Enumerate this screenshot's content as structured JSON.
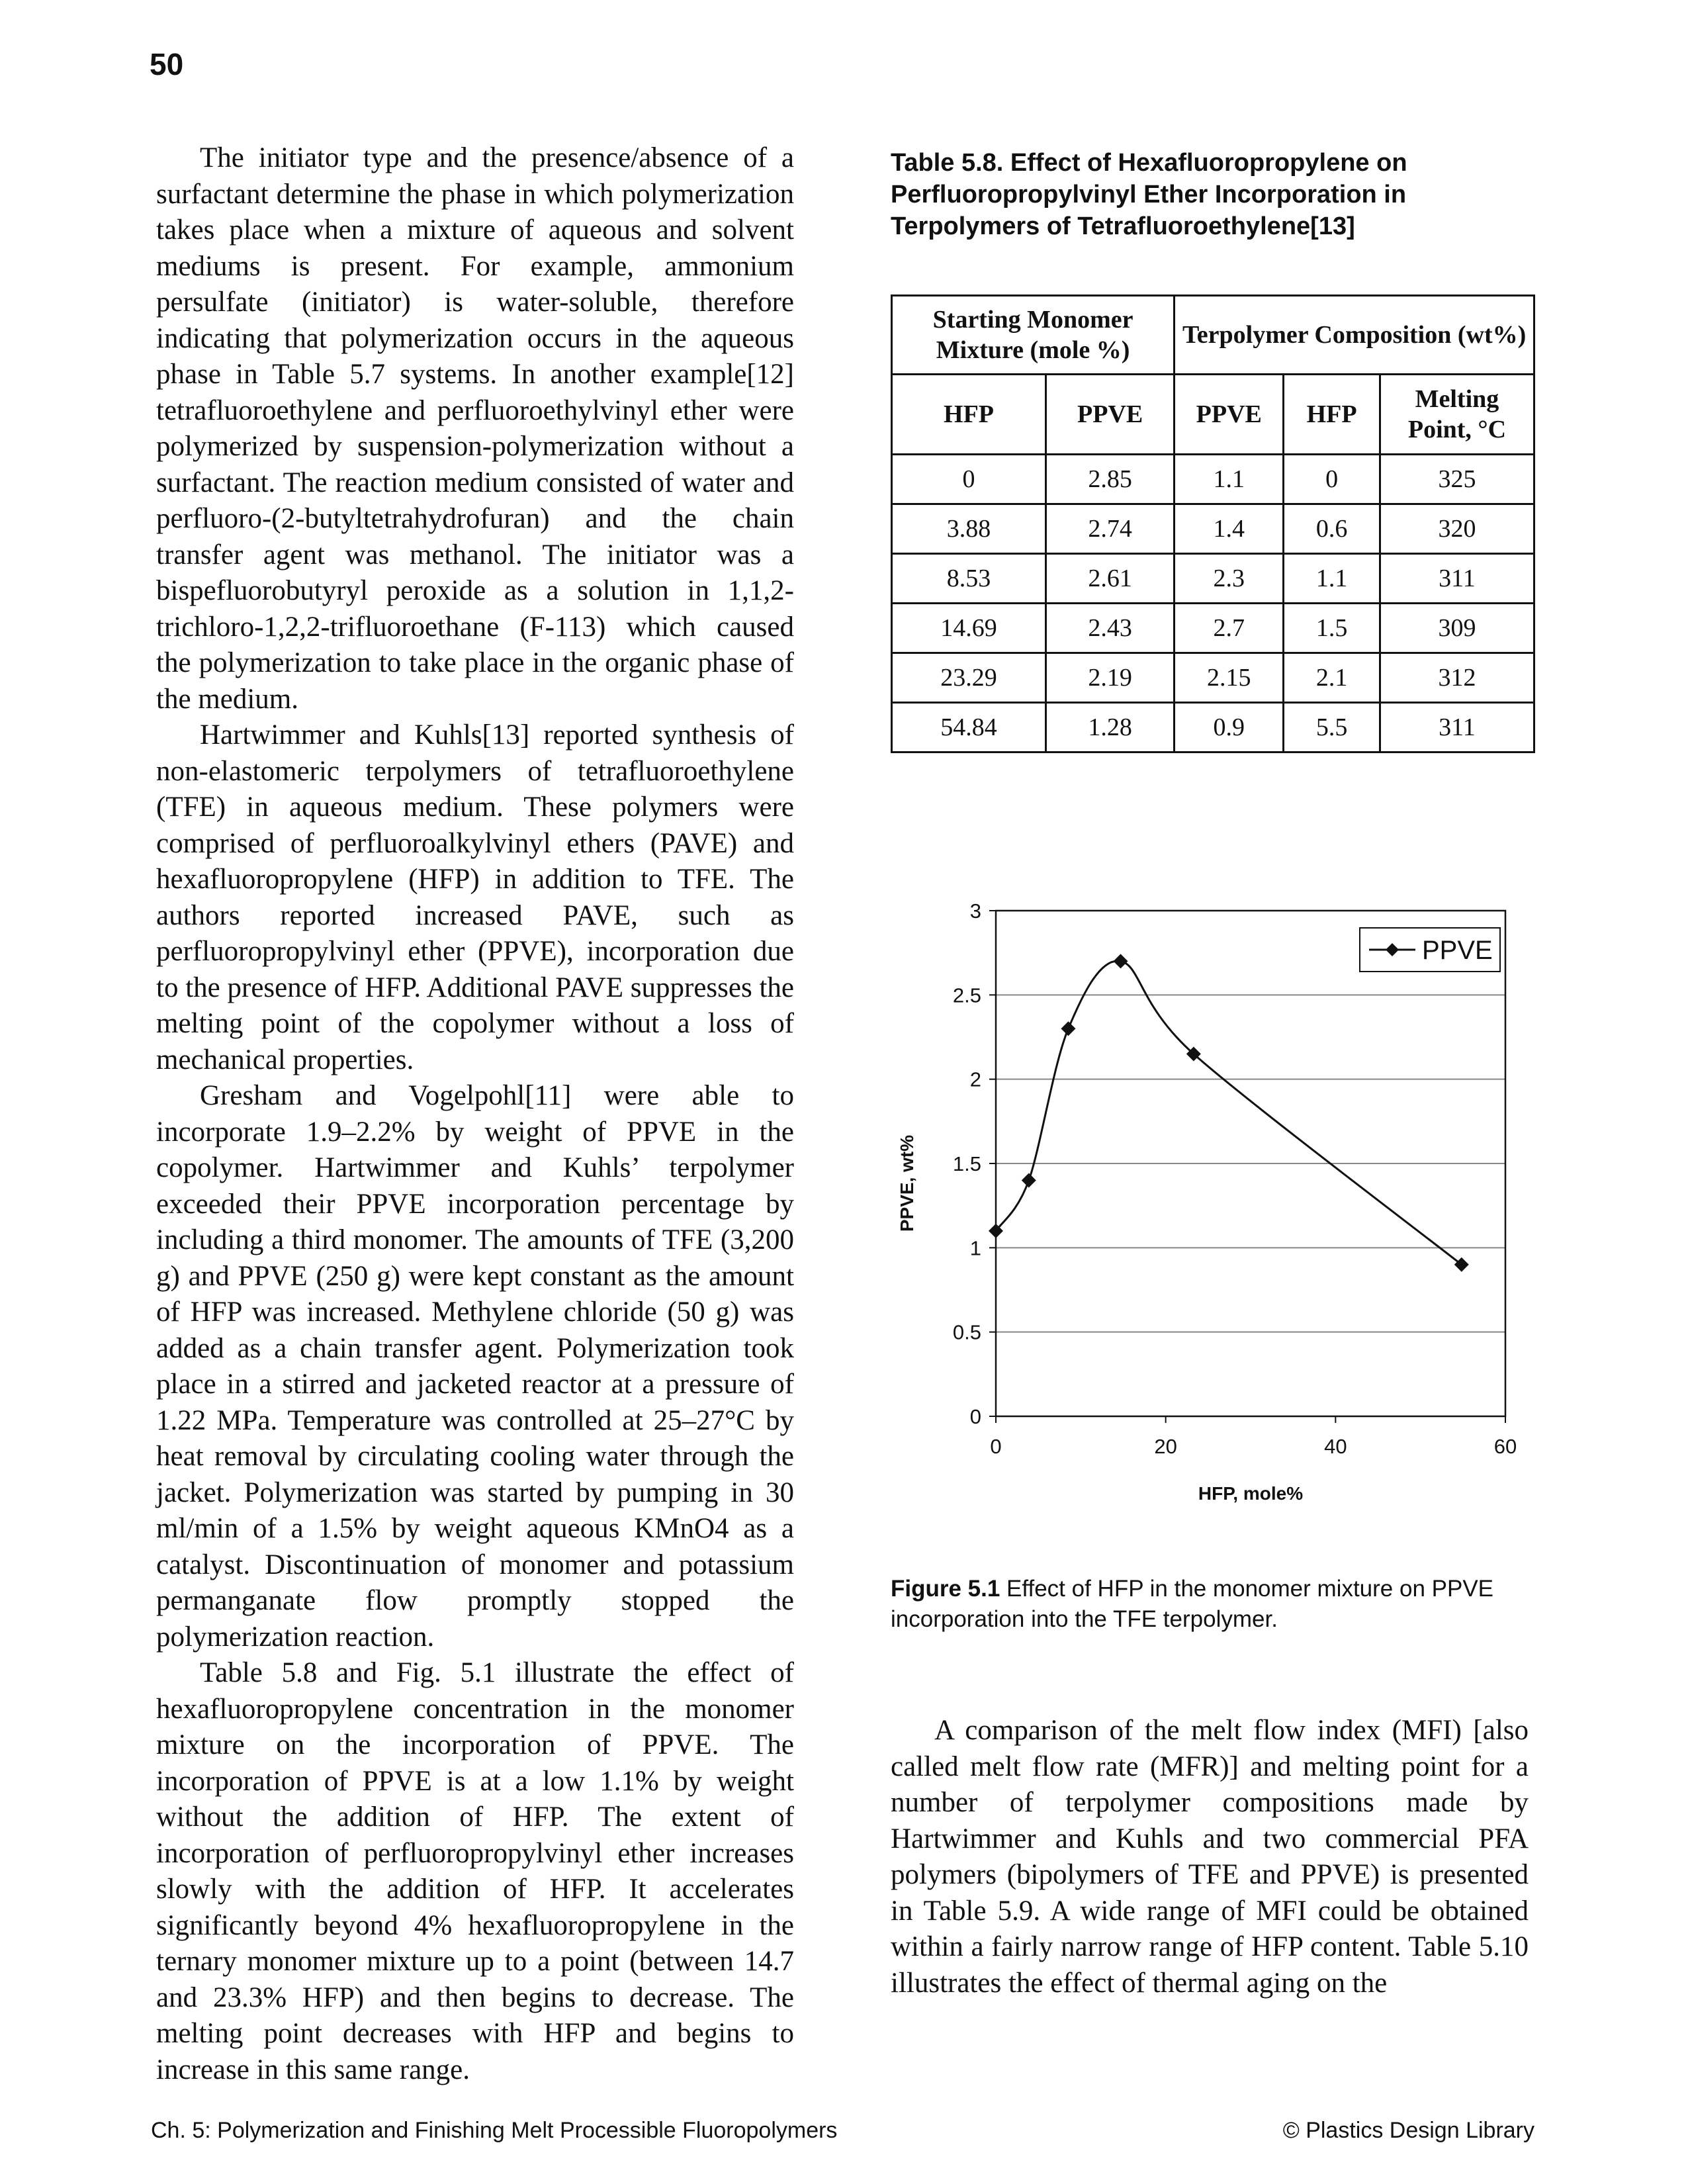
{
  "page_number": "50",
  "left_column": {
    "paragraphs": [
      "The initiator type and the presence/absence of a surfactant determine the phase in which polymerization takes place when a mixture of aqueous and solvent mediums is present. For example, ammonium persulfate (initiator) is water-soluble, therefore indicating that polymerization occurs in the aqueous phase in Table 5.7 systems. In another example[12] tetrafluoroethylene and perfluoroethylvinyl ether were polymerized by suspension-polymerization without a surfactant. The reaction medium consisted of water and perfluoro-(2-butyltetrahydrofuran) and the chain transfer agent was methanol. The initiator was a bispefluorobutyryl peroxide as a solution in 1,1,2-trichloro-1,2,2-trifluoroethane (F-113) which caused the polymerization to take place in the organic phase of the medium.",
      "Hartwimmer and Kuhls[13] reported synthesis of non-elastomeric terpolymers of tetrafluoroethylene (TFE) in aqueous medium. These polymers were comprised of perfluoroalkylvinyl ethers (PAVE) and hexafluoropropylene (HFP) in addition to TFE. The authors reported increased PAVE, such as perfluoropropylvinyl ether (PPVE), incorporation due to the presence of HFP. Additional PAVE suppresses the melting point of the copolymer without a loss of mechanical properties.",
      "Gresham and Vogelpohl[11] were able to incorporate 1.9–2.2% by weight of PPVE in the copolymer. Hartwimmer and Kuhls’ terpolymer exceeded their PPVE incorporation percentage by including a third monomer. The amounts of TFE (3,200 g) and PPVE (250 g) were kept constant as the amount of HFP was increased. Methylene chloride (50 g) was added as a chain transfer agent. Polymerization took place in a stirred and jacketed reactor at a pressure of 1.22 MPa. Temperature was controlled at 25–27°C by heat removal by circulating cooling water through the jacket. Polymerization was started by pumping in 30 ml/min of a 1.5% by weight aqueous KMnO4 as a catalyst. Discontinuation of monomer and potassium permanganate flow promptly stopped the polymerization reaction.",
      "Table 5.8 and Fig. 5.1 illustrate the effect of hexafluoropropylene concentration in the monomer mixture on the incorporation of PPVE. The incorporation of PPVE is at a low 1.1% by weight without the addition of HFP. The extent of incorporation of perfluoropropylvinyl ether increases slowly with the addition of HFP. It accelerates significantly beyond 4% hexafluoropropylene in the ternary monomer mixture up to a point (between 14.7 and 23.3% HFP) and then begins to decrease. The melting point decreases with HFP and begins to increase in this same range."
    ]
  },
  "table": {
    "caption": "Table 5.8. Effect of Hexafluoropropylene on Perfluoropropylvinyl Ether Incorporation in Terpolymers of Tetrafluoroethylene[13]",
    "group_headers": [
      "Starting Monomer Mixture (mole %)",
      "Terpolymer Composition (wt%)"
    ],
    "columns": [
      "HFP",
      "PPVE",
      "PPVE",
      "HFP",
      "Melting Point, °C"
    ],
    "rows": [
      [
        "0",
        "2.85",
        "1.1",
        "0",
        "325"
      ],
      [
        "3.88",
        "2.74",
        "1.4",
        "0.6",
        "320"
      ],
      [
        "8.53",
        "2.61",
        "2.3",
        "1.1",
        "311"
      ],
      [
        "14.69",
        "2.43",
        "2.7",
        "1.5",
        "309"
      ],
      [
        "23.29",
        "2.19",
        "2.15",
        "2.1",
        "312"
      ],
      [
        "54.84",
        "1.28",
        "0.9",
        "5.5",
        "311"
      ]
    ]
  },
  "chart_data": {
    "type": "line",
    "title": "",
    "xlabel": "HFP, mole%",
    "ylabel": "PPVE, wt%",
    "xlim": [
      0,
      60
    ],
    "ylim": [
      0,
      3
    ],
    "x_ticks": [
      "0",
      "20",
      "40",
      "60"
    ],
    "y_ticks": [
      "0",
      "0.5",
      "1",
      "1.5",
      "2",
      "2.5",
      "3"
    ],
    "grid": "horizontal",
    "legend_position": "top-right",
    "series": [
      {
        "name": "PPVE",
        "x": [
          0,
          3.88,
          8.53,
          14.69,
          23.29,
          54.84
        ],
        "y": [
          1.1,
          1.4,
          2.3,
          2.7,
          2.15,
          0.9
        ],
        "marker": "diamond",
        "smooth": true
      }
    ]
  },
  "figure_caption": {
    "label": "Figure 5.1",
    "text": " Effect of HFP in the monomer mixture on PPVE incorporation into the TFE terpolymer."
  },
  "right_column": {
    "paragraphs": [
      "A comparison of the melt flow index (MFI) [also called melt flow rate (MFR)] and melting point for a number of terpolymer compositions made by Hartwimmer and Kuhls and two commercial PFA polymers (bipolymers of TFE and PPVE) is presented in Table 5.9. A wide range of MFI could be obtained within a fairly narrow range of HFP content. Table 5.10 illustrates the effect of thermal aging on the"
    ]
  },
  "footer": {
    "left": "Ch. 5: Polymerization and Finishing Melt Processible Fluoropolymers",
    "right": "© Plastics Design Library"
  }
}
